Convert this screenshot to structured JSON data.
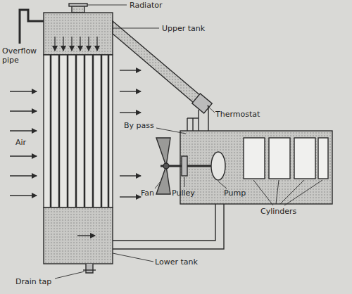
{
  "diagram": {
    "labels": [
      "Radiator",
      "Overflow pipe",
      "Upper tank",
      "Air",
      "Thermostat",
      "By pass",
      "Fan",
      "Pulley",
      "Pump",
      "Cylinders",
      "Drain tap",
      "Lower tank"
    ]
  }
}
